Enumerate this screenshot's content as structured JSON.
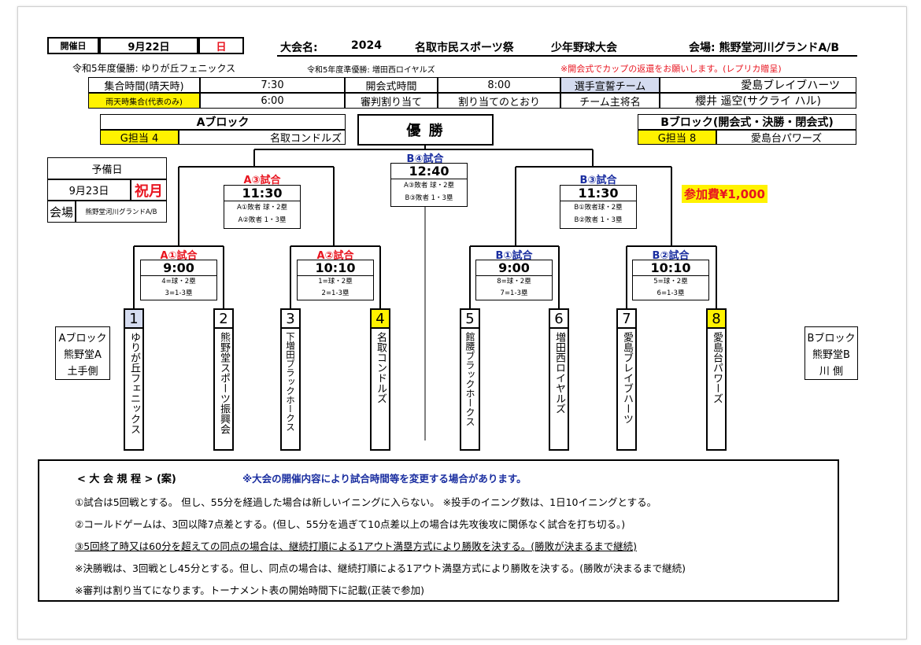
{
  "header": {
    "date_label": "開催日",
    "date": "9月22日",
    "weekday": "日",
    "event_label": "大会名:",
    "year": "2024",
    "event_name": "名取市民スポーツ祭",
    "event_sub": "少年野球大会",
    "venue": "会場: 熊野堂河川グランドA/B"
  },
  "line2": {
    "champion": "令和5年度優勝: ゆりが丘フェニックス",
    "runner_up": "令和5年度準優勝: 増田西ロイヤルズ",
    "notice": "※開会式でカップの返還をお願いします。(レプリカ贈呈)"
  },
  "schedule": {
    "r1": [
      "集合時間(晴天時)",
      "7:30",
      "開会式時間",
      "8:00",
      "選手宣誓チーム",
      "愛島ブレイブハーツ"
    ],
    "r2": [
      "雨天時集合(代表のみ)",
      "6:00",
      "審判割り当て",
      "割り当てのとおり",
      "チーム主将名",
      "櫻井 遥空(サクライ ハル)"
    ]
  },
  "block_a": {
    "title": "Aブロック",
    "charge": "G担当 4",
    "team": "名取コンドルズ"
  },
  "block_b": {
    "title": "Bブロック(開会式・決勝・閉会式)",
    "charge": "G担当 8",
    "team": "愛島台パワーズ"
  },
  "champion_box": "優 勝",
  "reserve": {
    "title": "予備日",
    "date": "9月23日",
    "holiday": "祝月",
    "venue_label": "会場",
    "venue": "熊野堂河川グランドA/B"
  },
  "fee": "参加費¥1,000",
  "matches": {
    "final": {
      "label": "B④試合",
      "time": "12:40",
      "l1": "A③敗者 球・2塁",
      "l2": "B③敗者 1・3塁"
    },
    "a3": {
      "label": "A③試合",
      "time": "11:30",
      "l1": "A①敗者 球・2塁",
      "l2": "A②敗者 1・3塁"
    },
    "b3": {
      "label": "B③試合",
      "time": "11:30",
      "l1": "B①敗者球・2塁",
      "l2": "B②敗者 1・3塁"
    },
    "a1": {
      "label": "A①試合",
      "time": "9:00",
      "l1": "4=球・2塁",
      "l2": "3=1-3塁"
    },
    "a2": {
      "label": "A②試合",
      "time": "10:10",
      "l1": "1=球・2塁",
      "l2": "2=1-3塁"
    },
    "b1": {
      "label": "B①試合",
      "time": "9:00",
      "l1": "8=球・2塁",
      "l2": "7=1-3塁"
    },
    "b2": {
      "label": "B②試合",
      "time": "10:10",
      "l1": "5=球・2塁",
      "l2": "6=1-3塁"
    }
  },
  "teams": [
    {
      "num": "1",
      "name": "ゆりが丘フェニックス"
    },
    {
      "num": "2",
      "name": "熊野堂スポーツ振興会"
    },
    {
      "num": "3",
      "name": "下増田ブラックホークス"
    },
    {
      "num": "4",
      "name": "名取コンドルズ"
    },
    {
      "num": "5",
      "name": "館腰ブラックホークス"
    },
    {
      "num": "6",
      "name": "増田西ロイヤルズ"
    },
    {
      "num": "7",
      "name": "愛島ブレイブハーツ"
    },
    {
      "num": "8",
      "name": "愛島台パワーズ"
    }
  ],
  "side_a": [
    "Aブロック",
    "熊野堂A",
    "土手側"
  ],
  "side_b": [
    "Bブロック",
    "熊野堂B",
    "川 側"
  ],
  "rules": {
    "heading": "< 大 会 規 程 > (案)",
    "note": "※大会の開催内容により試合時間等を変更する場合があります。",
    "items": [
      "①試合は5回戦とする。 但し、55分を経過した場合は新しいイニングに入らない。 ※投手のイニング数は、1日10イニングとする。",
      "②コールドゲームは、3回以降7点差とする。(但し、55分を過ぎて10点差以上の場合は先攻後攻に関係なく試合を打ち切る。)",
      "③5回終了時又は60分を超えての同点の場合は、継続打順による1アウト満塁方式により勝敗を決する。(勝敗が決まるまで継続)",
      "※決勝戦は、3回戦とし45分とする。但し、同点の場合は、継続打順による1アウト満塁方式により勝敗を決する。(勝敗が決まるまで継続)",
      "※審判は割り当てになります。トーナメント表の開始時間下に記載(正装で参加)"
    ]
  }
}
